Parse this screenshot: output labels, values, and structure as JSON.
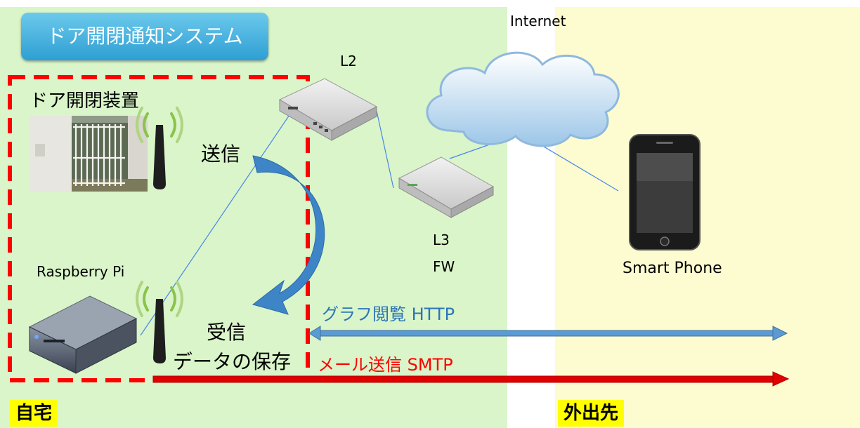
{
  "title": "ドア開閉通知システム",
  "zones": {
    "home": "自宅",
    "outside": "外出先"
  },
  "devices": {
    "door_unit": "ドア開閉装置",
    "raspberry_pi": "Raspberry Pi",
    "l2": "L2",
    "l3": "L3",
    "fw": "FW",
    "internet": "Internet",
    "smartphone": "Smart Phone"
  },
  "flows": {
    "send": "送信",
    "receive": "受信",
    "store": "データの保存",
    "graph": "グラフ閲覧 HTTP",
    "mail": "メール送信 SMTP"
  },
  "colors": {
    "home_bg": "#d9f5c9",
    "outside_bg": "#fdfbd0",
    "tag_bg": "#ffff00",
    "title_bg": "#2e9fd3",
    "boundary": "#ff0000",
    "flow_arrow": "#3d85c6",
    "http_arrow": "#5b9bd5",
    "smtp_arrow": "#ff0000",
    "link_line": "#4a86e8"
  }
}
